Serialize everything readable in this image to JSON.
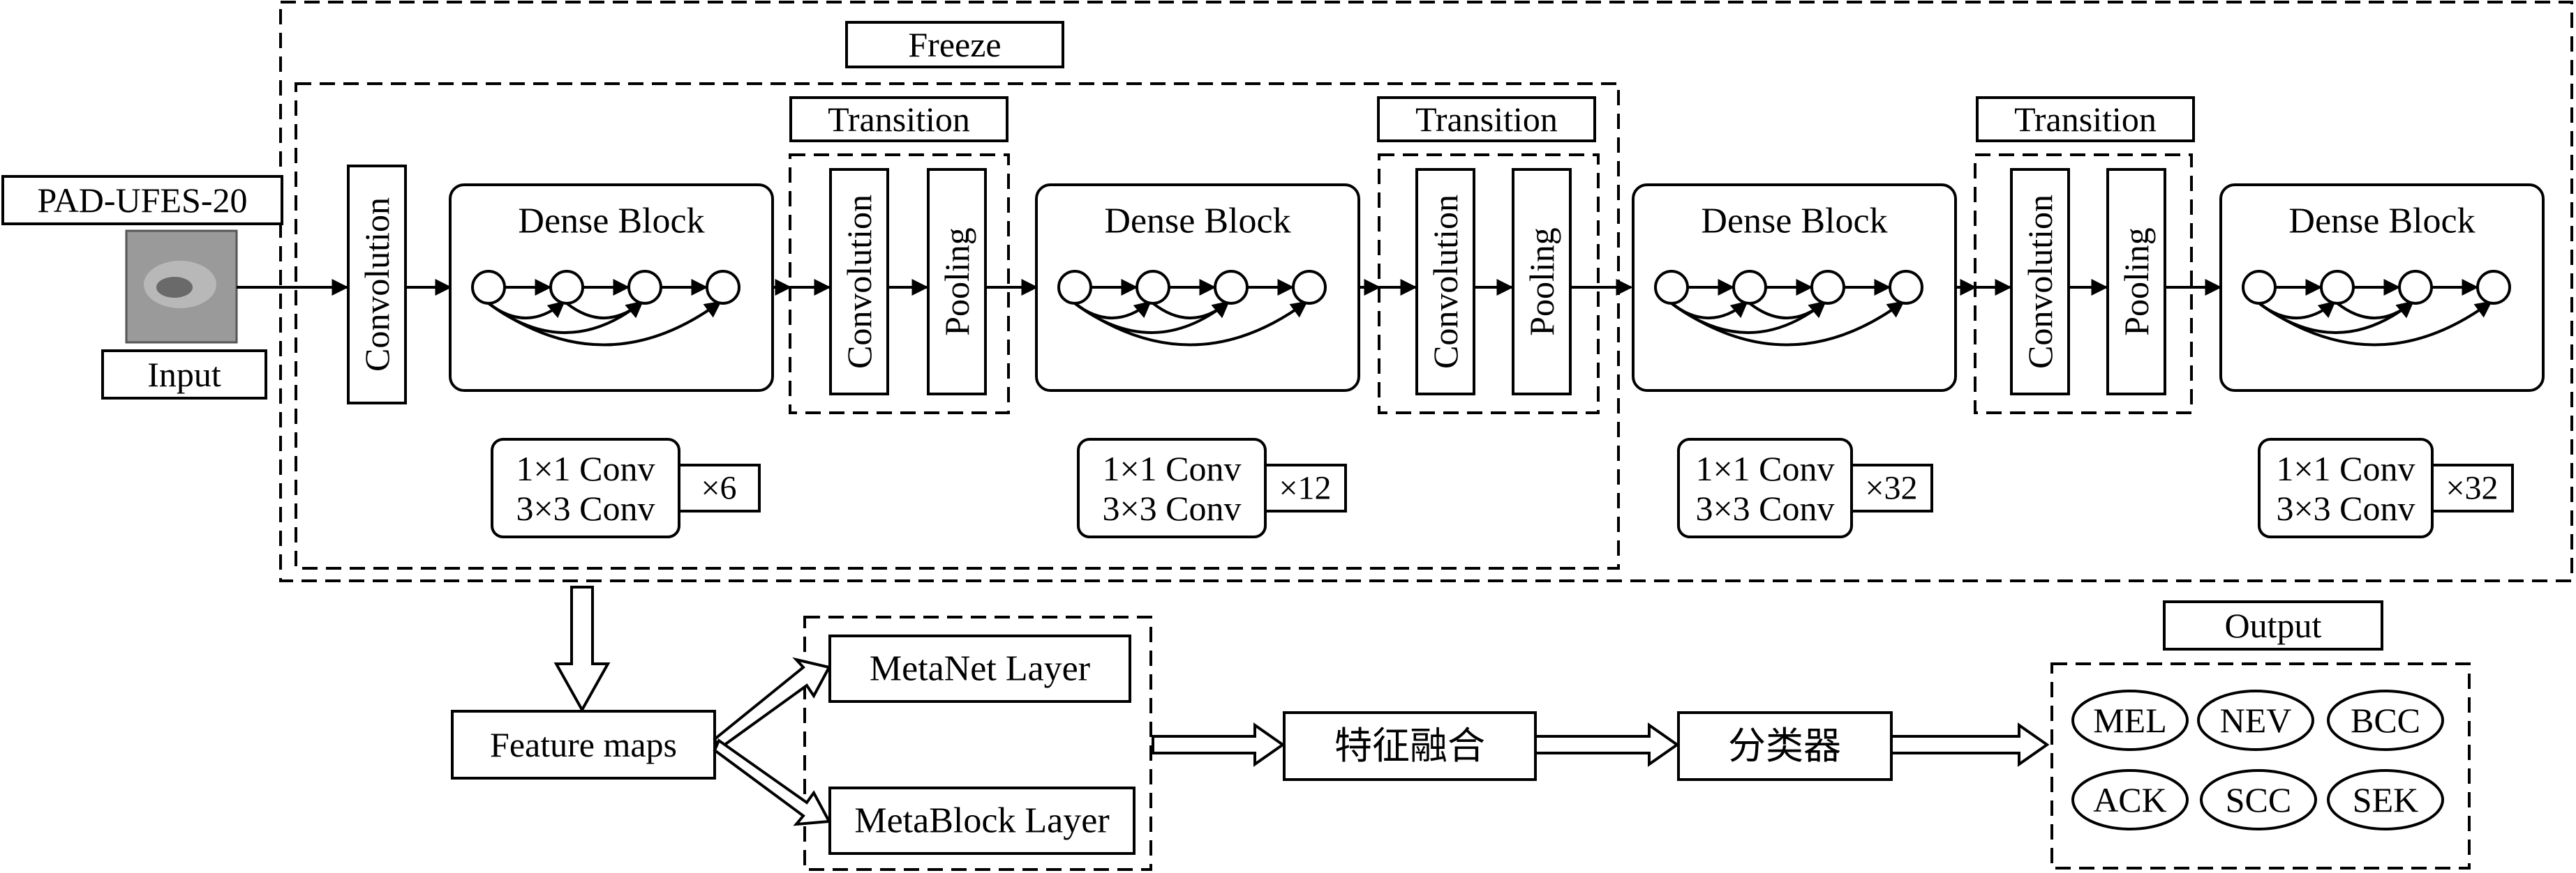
{
  "labels": {
    "freeze": "Freeze",
    "dataset": "PAD-UFES-20",
    "input": "Input",
    "first_conv": "Convolution",
    "transition": "Transition",
    "trans_conv": "Convolution",
    "trans_pool": "Pooling",
    "dense_block": "Dense Block",
    "conv1x1": "1×1 Conv",
    "conv3x3": "3×3 Conv",
    "feature_maps": "Feature maps",
    "metanet": "MetaNet Layer",
    "metablock": "MetaBlock Layer",
    "fusion": "特征融合",
    "classifier": "分类器",
    "output": "Output"
  },
  "dense_blocks": [
    {
      "repeat": "×6"
    },
    {
      "repeat": "×12"
    },
    {
      "repeat": "×32"
    },
    {
      "repeat": "×32"
    }
  ],
  "classes": [
    "MEL",
    "NEV",
    "BCC",
    "ACK",
    "SCC",
    "SEK"
  ],
  "colors": {
    "stroke": "#000000",
    "background": "#ffffff",
    "lesion_image": "#9a9a9a"
  }
}
